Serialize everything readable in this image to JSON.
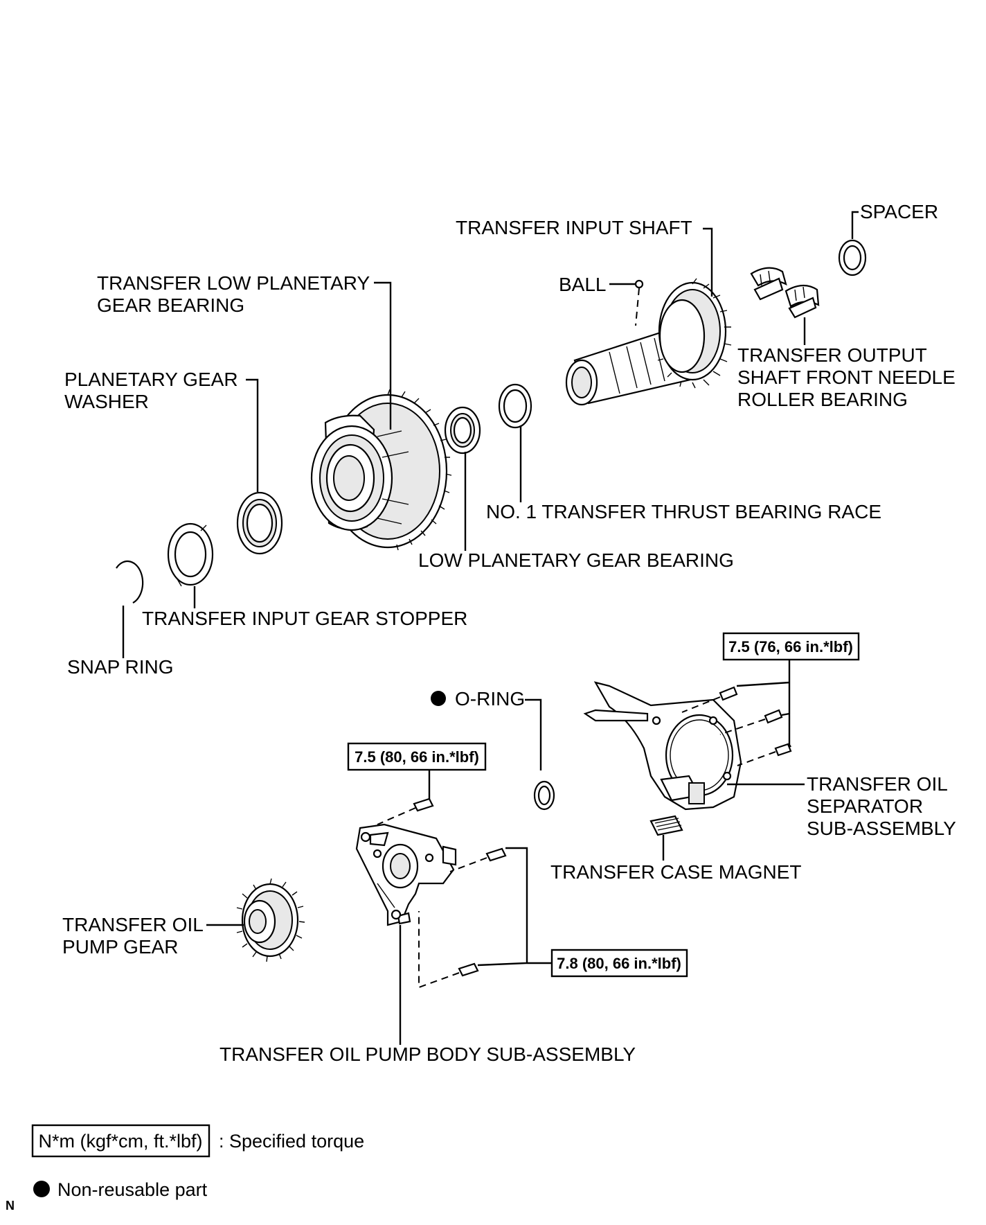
{
  "labels": {
    "spacer": "SPACER",
    "input_shaft": "TRANSFER INPUT SHAFT",
    "ball": "BALL",
    "low_planetary_gear_bearing_transfer": [
      "TRANSFER LOW PLANETARY",
      "GEAR BEARING"
    ],
    "output_shaft_needle_bearing": [
      "TRANSFER OUTPUT",
      "SHAFT FRONT NEEDLE",
      "ROLLER BEARING"
    ],
    "planetary_gear_washer": [
      "PLANETARY GEAR",
      "WASHER"
    ],
    "thrust_bearing_race": "NO. 1 TRANSFER THRUST BEARING RACE",
    "low_planetary_gear_bearing": "LOW PLANETARY GEAR BEARING",
    "input_gear_stopper": "TRANSFER INPUT GEAR STOPPER",
    "snap_ring": "SNAP RING",
    "o_ring": "O-RING",
    "oil_separator": [
      "TRANSFER OIL",
      "SEPARATOR",
      "SUB-ASSEMBLY"
    ],
    "case_magnet": "TRANSFER CASE MAGNET",
    "oil_pump_gear": [
      "TRANSFER OIL",
      "PUMP GEAR"
    ],
    "oil_pump_body": "TRANSFER OIL PUMP BODY SUB-ASSEMBLY"
  },
  "torque_specs": {
    "separator_bolts": "7.5 (76, 66 in.*lbf)",
    "pump_body_top_bolt": "7.5 (80, 66 in.*lbf)",
    "pump_body_side_bolts": "7.8 (80, 66 in.*lbf)"
  },
  "legend": {
    "torque_box": "N*m (kgf*cm, ft.*lbf)",
    "torque_text": ": Specified torque",
    "non_reusable_text": "Non-reusable part"
  },
  "corner_mark": "N"
}
